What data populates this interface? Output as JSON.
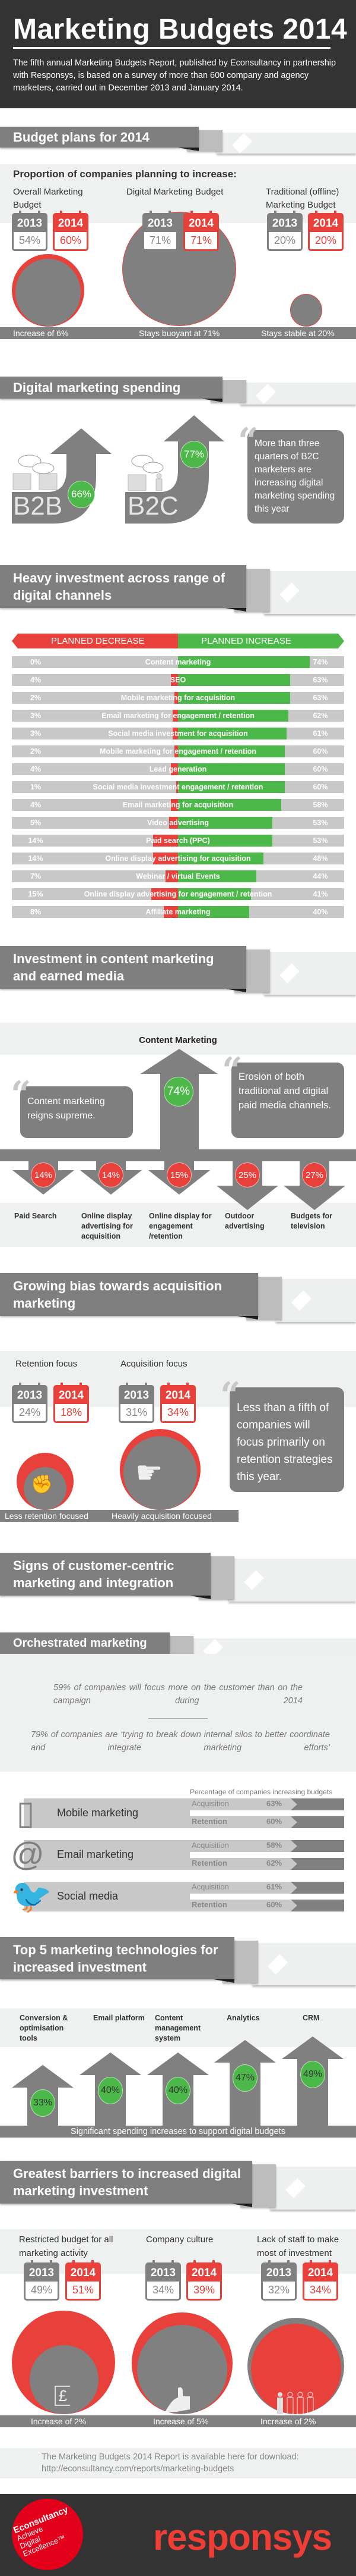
{
  "header": {
    "title": "Marketing Budgets 2014",
    "intro": "The fifth annual Marketing Budgets Report, published by Econsultancy in partnership with Responsys, is based on a survey of more than 600 company and agency marketers, carried out in December 2013 and January 2014."
  },
  "colors": {
    "red": "#e8403a",
    "green": "#4db84a",
    "gray": "#808080",
    "dark": "#333333",
    "panel": "#eff0f0"
  },
  "years": [
    "2013",
    "2014"
  ],
  "budget_plans": {
    "title": "Budget plans for 2014",
    "subtitle": "Proportion of companies planning to increase:",
    "items": [
      {
        "label": "Overall Marketing Budget",
        "pct_2013": "54%",
        "pct_2014": "60%",
        "caption": "Increase of 6%"
      },
      {
        "label": "Digital Marketing Budget",
        "pct_2013": "71%",
        "pct_2014": "71%",
        "caption": "Stays buoyant at 71%"
      },
      {
        "label": "Traditional (offline) Marketing Budget",
        "pct_2013": "20%",
        "pct_2014": "20%",
        "caption": "Stays stable at 20%"
      }
    ]
  },
  "digital_spending": {
    "title": "Digital marketing spending",
    "b2b": {
      "label": "B2B",
      "pct": "66%"
    },
    "b2c": {
      "label": "B2C",
      "pct": "77%"
    },
    "quote": "More than three quarters of B2C marketers are increasing digital marketing spending this year"
  },
  "channels": {
    "title": "Heavy investment across range of digital channels",
    "decrease_label": "PLANNED DECREASE",
    "increase_label": "PLANNED INCREASE"
  },
  "chart_data": {
    "type": "bar",
    "title": "Heavy investment across range of digital channels",
    "orientation": "horizontal-diverging",
    "unit": "%",
    "categories": [
      "Content marketing",
      "SEO",
      "Mobile marketing for acquisition",
      "Email marketing for engagement / retention",
      "Social media investment for acquisition",
      "Mobile marketing for engagement / retention",
      "Lead generation",
      "Social media investment engagement / retention",
      "Email marketing for acquisition",
      "Video advertising",
      "Paid search (PPC)",
      "Online display advertising for acquisition",
      "Webinar / virtual Events",
      "Online display advertising for engagement / retention",
      "Affiliate marketing"
    ],
    "series": [
      {
        "name": "PLANNED DECREASE",
        "color": "#e8403a",
        "values": [
          0,
          4,
          2,
          3,
          3,
          2,
          4,
          1,
          4,
          5,
          14,
          14,
          7,
          15,
          8
        ]
      },
      {
        "name": "PLANNED INCREASE",
        "color": "#4db84a",
        "values": [
          74,
          63,
          63,
          62,
          61,
          60,
          60,
          60,
          58,
          53,
          53,
          48,
          44,
          41,
          40
        ]
      }
    ],
    "legend": "top",
    "grid": false
  },
  "content_marketing": {
    "title": "Investment in content marketing and earned media",
    "chart_title": "Content Marketing",
    "up_pct": "74%",
    "quote_left": "Content marketing reigns supreme.",
    "quote_right": "Erosion of both traditional and digital paid media channels.",
    "declines": [
      {
        "pct": "14%",
        "label": "Paid Search"
      },
      {
        "pct": "14%",
        "label": "Online display advertising for acquisition"
      },
      {
        "pct": "15%",
        "label": "Online display for engagement /retention"
      },
      {
        "pct": "25%",
        "label": "Outdoor advertising"
      },
      {
        "pct": "27%",
        "label": "Budgets for television"
      }
    ]
  },
  "acquisition": {
    "title": "Growing bias towards acquisition marketing",
    "items": [
      {
        "label": "Retention focus",
        "pct_2013": "24%",
        "pct_2014": "18%",
        "caption": "Less retention focused"
      },
      {
        "label": "Acquisition focus",
        "pct_2013": "31%",
        "pct_2014": "34%",
        "caption": "Heavily acquisition focused"
      }
    ],
    "quote": "Less than a fifth of companies will focus primarily on retention strategies this year."
  },
  "customer_centric": {
    "title": "Signs of customer-centric marketing and integration",
    "orchestrated_title": "Orchestrated marketing",
    "stat_1": "59% of companies will focus more on the customer than on the campaign during 2014",
    "stat_2": "79% of companies are ‘trying to break down internal silos to better coordinate and integrate marketing efforts’",
    "budgets_header": "Percentage of companies increasing budgets",
    "acq_label": "Acquisition",
    "ret_label": "Retention",
    "rows": [
      {
        "name": "Mobile marketing",
        "icon": "mobile-phone-icon",
        "acquisition": "63%",
        "retention": "60%"
      },
      {
        "name": "Email marketing",
        "icon": "at-sign-icon",
        "acquisition": "58%",
        "retention": "62%"
      },
      {
        "name": "Social media",
        "icon": "twitter-bird-icon",
        "acquisition": "61%",
        "retention": "60%"
      }
    ]
  },
  "technologies": {
    "title": "Top 5 marketing technologies for increased investment",
    "items": [
      {
        "label": "Conversion & optimisation tools",
        "pct": "33%",
        "value": 33
      },
      {
        "label": "Email platform",
        "pct": "40%",
        "value": 40
      },
      {
        "label": "Content management system",
        "pct": "40%",
        "value": 40
      },
      {
        "label": "Analytics",
        "pct": "47%",
        "value": 47
      },
      {
        "label": "CRM",
        "pct": "49%",
        "value": 49
      }
    ],
    "caption": "Significant spending increases to support digital budgets"
  },
  "barriers": {
    "title": "Greatest barriers to increased digital marketing investment",
    "items": [
      {
        "label": "Restricted budget for all marketing activity",
        "pct_2013": "49%",
        "pct_2014": "51%",
        "caption": "Increase of 2%"
      },
      {
        "label": "Company culture",
        "pct_2013": "34%",
        "pct_2014": "39%",
        "caption": "Increase of 5%"
      },
      {
        "label": "Lack of staff to make most of investment",
        "pct_2013": "32%",
        "pct_2014": "34%",
        "caption": "Increase of 2%"
      }
    ]
  },
  "footer": {
    "download_text": "The Marketing Budgets 2014 Report is available here for download:",
    "url": "http://econsultancy.com/reports/marketing-budgets",
    "econsultancy_logo": [
      "Econsultancy",
      "Achieve",
      "Digital",
      "Excellence™"
    ],
    "responsys_logo": "responsys"
  }
}
